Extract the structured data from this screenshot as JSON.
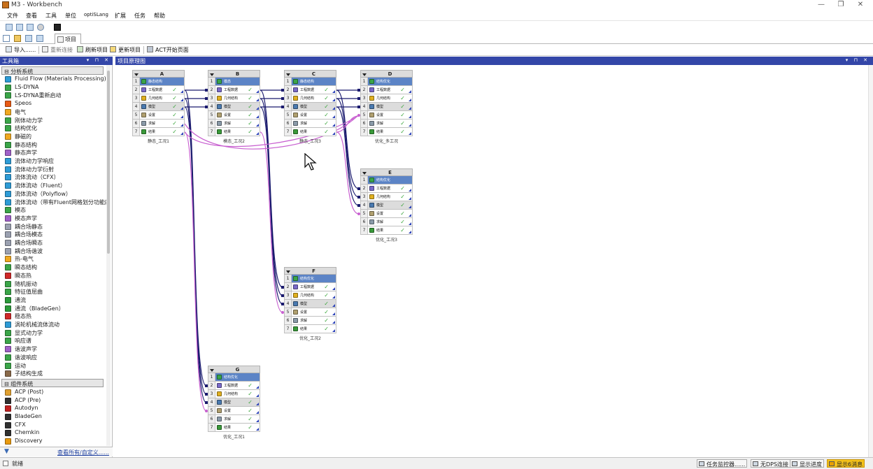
{
  "window": {
    "title": "M3 - Workbench",
    "min": "—",
    "restore": "❐",
    "close": "✕"
  },
  "menu": [
    "文件",
    "查看",
    "工具",
    "单位",
    "optiSLang",
    "扩展",
    "任务",
    "帮助"
  ],
  "tabs": {
    "project": "项目"
  },
  "toolbar": {
    "import": "导入......",
    "reconnect": "重新连接",
    "refresh": "刷新项目",
    "update": "更新项目",
    "act": "ACT开始页面"
  },
  "toolbox": {
    "title": "工具箱",
    "ctrl": "▾ ⊓ ✕",
    "analysis_header": "⊟ 分析系统",
    "component_header": "⊟ 组件系统",
    "view_all": "查看所有/自定义......",
    "analysis_items": [
      {
        "label": "Fluid Flow (Materials Processing)",
        "color": "#2d9bd6"
      },
      {
        "label": "LS-DYNA",
        "color": "#3aa548"
      },
      {
        "label": "LS-DYNA重新启动",
        "color": "#3aa548"
      },
      {
        "label": "Speos",
        "color": "#e85a14"
      },
      {
        "label": "电气",
        "color": "#f0a820"
      },
      {
        "label": "刚体动力学",
        "color": "#3aa548"
      },
      {
        "label": "结构优化",
        "color": "#3aa548"
      },
      {
        "label": "静磁的",
        "color": "#f0a820"
      },
      {
        "label": "静态结构",
        "color": "#3aa548"
      },
      {
        "label": "静态声学",
        "color": "#a060c8"
      },
      {
        "label": "流体动力学响应",
        "color": "#2d9bd6"
      },
      {
        "label": "流体动力学衍射",
        "color": "#2d9bd6"
      },
      {
        "label": "流体流动（CFX）",
        "color": "#2d9bd6"
      },
      {
        "label": "流体流动（Fluent）",
        "color": "#2d9bd6"
      },
      {
        "label": "流体流动（Polyflow）",
        "color": "#2d9bd6"
      },
      {
        "label": "流体流动（带有Fluent网格划分功能的",
        "color": "#2d9bd6"
      },
      {
        "label": "模态",
        "color": "#3aa548"
      },
      {
        "label": "模态声学",
        "color": "#a060c8"
      },
      {
        "label": "耦合场静态",
        "color": "#9aa0b0"
      },
      {
        "label": "耦合场模态",
        "color": "#9aa0b0"
      },
      {
        "label": "耦合场瞬态",
        "color": "#9aa0b0"
      },
      {
        "label": "耦合场谐波",
        "color": "#9aa0b0"
      },
      {
        "label": "热-电气",
        "color": "#f0a820"
      },
      {
        "label": "瞬态结构",
        "color": "#3aa548"
      },
      {
        "label": "瞬态热",
        "color": "#d02828"
      },
      {
        "label": "随机振动",
        "color": "#3aa548"
      },
      {
        "label": "特征值屈曲",
        "color": "#3aa548"
      },
      {
        "label": "通流",
        "color": "#2a9a3a"
      },
      {
        "label": "通流（BladeGen）",
        "color": "#2a9a3a"
      },
      {
        "label": "稳态热",
        "color": "#d02828"
      },
      {
        "label": "涡轮机械流体流动",
        "color": "#2d9bd6"
      },
      {
        "label": "显式动力学",
        "color": "#3aa548"
      },
      {
        "label": "响应谱",
        "color": "#3aa548"
      },
      {
        "label": "谐波声学",
        "color": "#a060c8"
      },
      {
        "label": "谐波响应",
        "color": "#3aa548"
      },
      {
        "label": "运动",
        "color": "#3aa548"
      },
      {
        "label": "子结构生成",
        "color": "#8a6a4a"
      }
    ],
    "component_items": [
      {
        "label": "ACP (Post)",
        "color": "#e0a030"
      },
      {
        "label": "ACP (Pre)",
        "color": "#303030"
      },
      {
        "label": "Autodyn",
        "color": "#c02020"
      },
      {
        "label": "BladeGen",
        "color": "#303030"
      },
      {
        "label": "CFX",
        "color": "#303030"
      },
      {
        "label": "Chemkin",
        "color": "#303030"
      },
      {
        "label": "Discovery",
        "color": "#e89a10"
      }
    ]
  },
  "schematic": {
    "title": "项目原理图",
    "ctrl": "▾ ⊓ ✕"
  },
  "systems": [
    {
      "letter": "A",
      "name": "静态_工况1",
      "cells": [
        "静态结构",
        "工程数据",
        "几何结构",
        "模型",
        "设置",
        "求解",
        "结果"
      ]
    },
    {
      "letter": "B",
      "name": "模态_工况2",
      "cells": [
        "模态",
        "工程数据",
        "几何结构",
        "模型",
        "设置",
        "求解",
        "结果"
      ]
    },
    {
      "letter": "C",
      "name": "静态_工况3",
      "cells": [
        "静态结构",
        "工程数据",
        "几何结构",
        "模型",
        "设置",
        "求解",
        "结果"
      ]
    },
    {
      "letter": "D",
      "name": "优化_多工况",
      "cells": [
        "结构优化",
        "工程数据",
        "几何结构",
        "模型",
        "设置",
        "求解",
        "结果"
      ]
    },
    {
      "letter": "E",
      "name": "优化_工况3",
      "cells": [
        "结构优化",
        "工程数据",
        "几何结构",
        "模型",
        "设置",
        "求解",
        "结果"
      ]
    },
    {
      "letter": "F",
      "name": "优化_工况2",
      "cells": [
        "结构优化",
        "工程数据",
        "几何结构",
        "模型",
        "设置",
        "求解",
        "结果"
      ]
    },
    {
      "letter": "G",
      "name": "优化_工况1",
      "cells": [
        "结构优化",
        "工程数据",
        "几何结构",
        "模型",
        "设置",
        "求解",
        "结果"
      ]
    }
  ],
  "check": "✓",
  "status": {
    "text": "就绪",
    "job_monitor": "任务监控器......",
    "dps": "无DPS连接",
    "progress": "显示进度",
    "messages": "显示6消息"
  }
}
